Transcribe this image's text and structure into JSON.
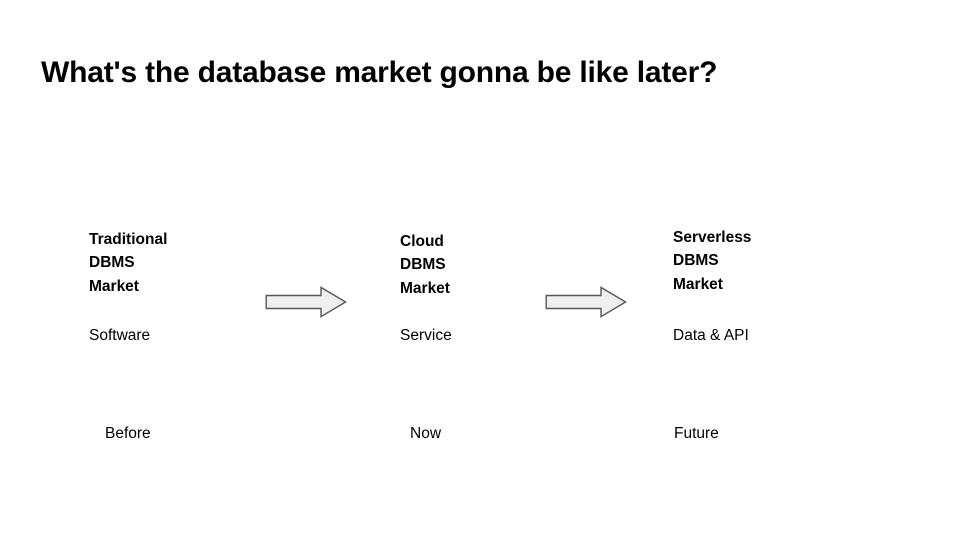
{
  "slide": {
    "title": "What's the database market gonna be like later?",
    "background_color": "#ffffff",
    "text_color": "#000000"
  },
  "diagram": {
    "type": "horizontal-progression",
    "arrow_fill": "#efefef",
    "arrow_stroke": "#595959",
    "stages": [
      {
        "title": "Traditional DBMS\nMarket",
        "offering": "Software",
        "timeframe": "Before"
      },
      {
        "title": "Cloud DBMS\nMarket",
        "offering": "Service",
        "timeframe": "Now"
      },
      {
        "title": "Serverless DBMS\nMarket",
        "offering": "Data & API",
        "timeframe": "Future"
      }
    ],
    "connectors": [
      {
        "name": "arrow-right-icon",
        "from": "Traditional DBMS Market",
        "to": "Cloud DBMS Market"
      },
      {
        "name": "arrow-right-icon",
        "from": "Cloud DBMS Market",
        "to": "Serverless DBMS Market"
      }
    ]
  }
}
